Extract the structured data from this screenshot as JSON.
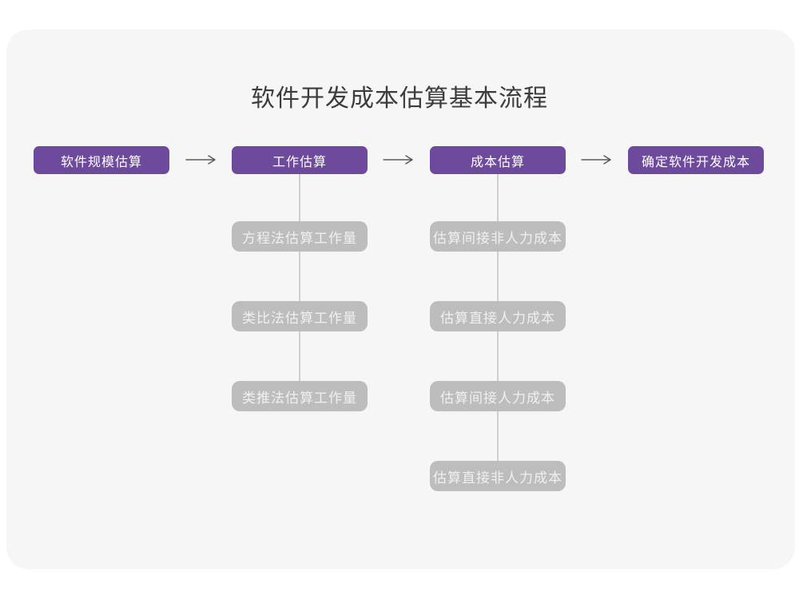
{
  "title": "软件开发成本估算基本流程",
  "colors": {
    "card_background": "#f6f6f7",
    "main_node_purple": "#6d4a9b",
    "sub_node_gray": "#bdbdbd",
    "sub_node_text": "#f0f0f0",
    "arrow_stroke": "#58595b",
    "connector_line": "#cfcfcf",
    "title_text": "#3c3c3c"
  },
  "flow": {
    "stages": [
      {
        "label": "软件规模估算",
        "children": []
      },
      {
        "label": "工作估算",
        "children": [
          "方程法估算工作量",
          "类比法估算工作量",
          "类推法估算工作量"
        ]
      },
      {
        "label": "成本估算",
        "children": [
          "估算间接非人力成本",
          "估算直接人力成本",
          "估算间接人力成本",
          "估算直接非人力成本"
        ]
      },
      {
        "label": "确定软件开发成本",
        "children": []
      }
    ]
  }
}
